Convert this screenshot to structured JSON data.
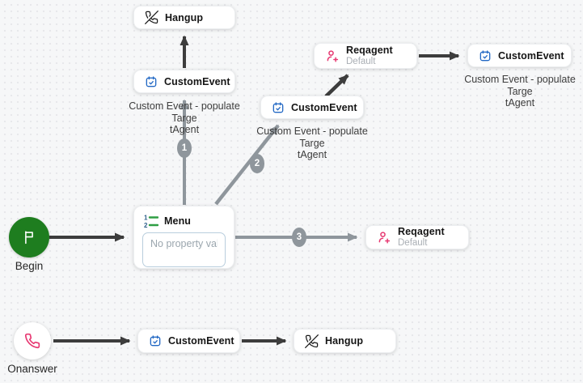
{
  "flow": {
    "nodes": {
      "begin": {
        "label": "Begin"
      },
      "onanswer": {
        "label": "Onanswer"
      },
      "hangup_top": {
        "title": "Hangup"
      },
      "customevent_left": {
        "title": "CustomEvent"
      },
      "reqagent_top": {
        "title": "Reqagent",
        "subtitle": "Default"
      },
      "customevent_mid": {
        "title": "CustomEvent"
      },
      "customevent_right": {
        "title": "CustomEvent"
      },
      "menu": {
        "title": "Menu",
        "input_placeholder": "No property value"
      },
      "reqagent_right": {
        "title": "Reqagent",
        "subtitle": "Default"
      },
      "customevent_bottom": {
        "title": "CustomEvent"
      },
      "hangup_bottom": {
        "title": "Hangup"
      }
    },
    "captions": {
      "left": {
        "line1": "Custom Event - populate Targe",
        "line2": "tAgent"
      },
      "mid": {
        "line1": "Custom Event - populate Targe",
        "line2": "tAgent"
      },
      "right": {
        "line1": "Custom Event - populate Targe",
        "line2": "tAgent"
      }
    },
    "badges": {
      "b1": "1",
      "b2": "2",
      "b3": "3"
    },
    "colors": {
      "edge_dark": "#3d3d3d",
      "edge_gray": "#8f969c",
      "begin_green": "#1e7d1f",
      "accent_pink": "#e73972",
      "accent_blue": "#2268c4",
      "list_green": "#2f9e44"
    }
  }
}
